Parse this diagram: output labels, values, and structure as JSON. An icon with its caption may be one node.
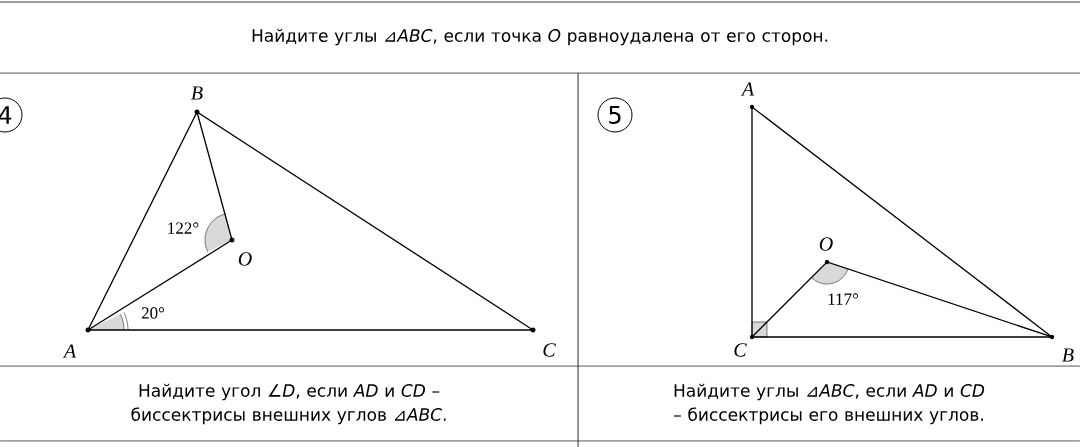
{
  "diagram": {
    "labels": [
      "Найдите углы ⊿*ABC*, если точка *O* равноудалена от его сторон.",
      "4",
      "B",
      "A",
      "5",
      "122°",
      "O",
      "O",
      "117°",
      "20°",
      "A",
      "C",
      "C",
      "B",
      "Найдите угол ∠*D*, если *AD* и *CD* – биссектрисы внешних углов ⊿*ABC*.",
      "Найдите углы ⊿*ABC*, если *AD* и *CD* – биссектрисы его внешних углов."
    ]
  }
}
